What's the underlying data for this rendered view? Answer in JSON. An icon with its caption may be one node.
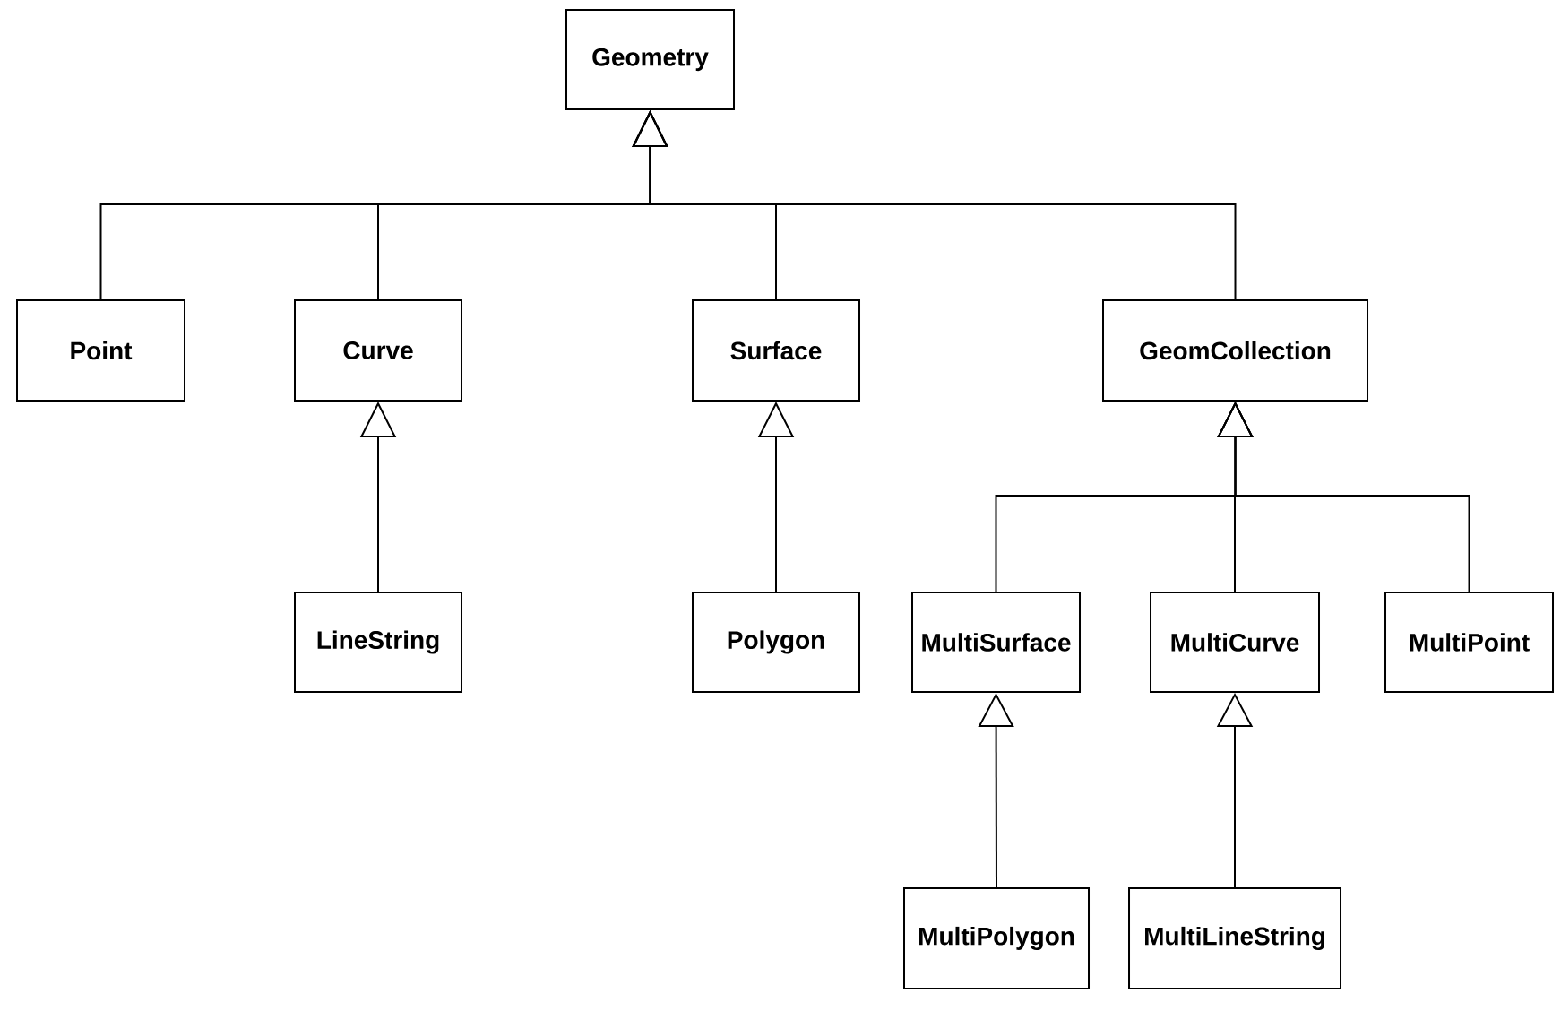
{
  "diagram": {
    "nodes": [
      {
        "text": [
          "Geometry"
        ]
      },
      {
        "text": [
          "Point"
        ]
      },
      {
        "text": [
          "Curve"
        ]
      },
      {
        "text": [
          "Surface"
        ]
      },
      {
        "text": [
          "GeomCollection"
        ]
      },
      {
        "text": [
          "LineString"
        ]
      },
      {
        "text": [
          "Polygon"
        ]
      },
      {
        "text": [
          "MultiSurface"
        ]
      },
      {
        "text": [
          "MultiCurve"
        ]
      },
      {
        "text": [
          "MultiPoint"
        ]
      },
      {
        "text": [
          "MultiPolygon"
        ]
      },
      {
        "text": [
          "MultiLineString"
        ]
      }
    ],
    "edges": [
      {
        "from": 1,
        "to": 0,
        "arrow": "to"
      },
      {
        "from": 2,
        "to": 0,
        "arrow": "to"
      },
      {
        "from": 3,
        "to": 0,
        "arrow": "to"
      },
      {
        "from": 4,
        "to": 0,
        "arrow": "to"
      },
      {
        "from": 5,
        "to": 2,
        "arrow": "to"
      },
      {
        "from": 6,
        "to": 3,
        "arrow": "to"
      },
      {
        "from": 7,
        "to": 4,
        "arrow": "to"
      },
      {
        "from": 8,
        "to": 4,
        "arrow": "to"
      },
      {
        "from": 9,
        "to": 4,
        "arrow": "to"
      },
      {
        "from": 10,
        "to": 7,
        "arrow": "to"
      },
      {
        "from": 11,
        "to": 8,
        "arrow": "to"
      }
    ]
  }
}
